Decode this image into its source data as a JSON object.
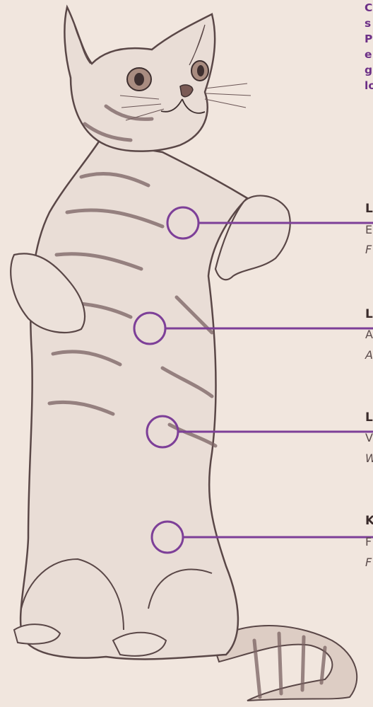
{
  "intro_lines": [
    "C",
    "s",
    "P",
    "e",
    "g",
    "lo"
  ],
  "callouts": [
    {
      "title": "L",
      "line1": "E",
      "line2": "F"
    },
    {
      "title": "L",
      "line1": "A",
      "line2": "A"
    },
    {
      "title": "L",
      "line1": "V",
      "line2": "W"
    },
    {
      "title": "K",
      "line1": "F",
      "line2": "F"
    }
  ],
  "colors": {
    "background": "#f1e6de",
    "accent": "#7d3f98",
    "intro_text": "#6c2f86",
    "cat_line": "#5a4747",
    "cat_fill": "#e7dad3"
  }
}
